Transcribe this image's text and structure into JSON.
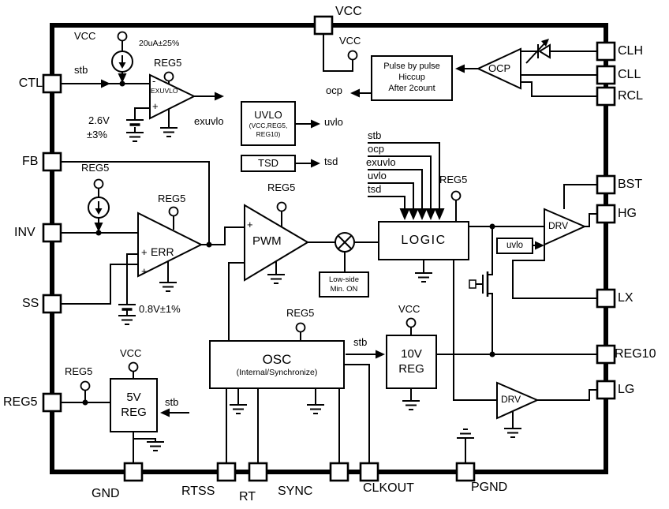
{
  "diagram": {
    "pins": {
      "vcc_top": "VCC",
      "ctl": "CTL",
      "fb": "FB",
      "inv": "INV",
      "ss": "SS",
      "reg5": "REG5",
      "clh": "CLH",
      "cll": "CLL",
      "rcl": "RCL",
      "bst": "BST",
      "hg": "HG",
      "lx": "LX",
      "reg10": "REG10",
      "lg": "LG",
      "gnd": "GND",
      "rtss": "RTSS",
      "rt": "RT",
      "sync": "SYNC",
      "clkout": "CLKOUT",
      "pgnd": "PGND"
    },
    "rails": {
      "vcc": "VCC",
      "reg5": "REG5"
    },
    "blocks": {
      "exuvlo_comp": "EXUVLO",
      "uvlo": {
        "title": "UVLO",
        "sub1": "(VCC,REG5,",
        "sub2": "REG10)"
      },
      "tsd": "TSD",
      "pulse": {
        "line1": "Pulse by pulse",
        "line2": "Hiccup",
        "line3": "After 2count"
      },
      "ocp_comp": "OCP",
      "err_amp": "ERR",
      "pwm_comp": "PWM",
      "logic": "LOGIC",
      "lowside": {
        "line1": "Low-side",
        "line2": "Min. ON"
      },
      "osc": {
        "title": "OSC",
        "sub": "(Internal/Synchronize)"
      },
      "reg10v": {
        "line1": "10V",
        "line2": "REG"
      },
      "reg5v": {
        "line1": "5V",
        "line2": "REG"
      },
      "uvlo_gate": "uvlo",
      "drv": "DRV"
    },
    "signals": {
      "stb": "stb",
      "ocp": "ocp",
      "exuvlo": "exuvlo",
      "uvlo": "uvlo",
      "tsd": "tsd"
    },
    "values": {
      "bias_current": "20uA±25%",
      "exuvlo_ref_v": "2.6V",
      "exuvlo_ref_tol": "±3%",
      "err_ref": "0.8V±1%"
    },
    "ops": {
      "plus": "+",
      "minus": "-"
    }
  }
}
